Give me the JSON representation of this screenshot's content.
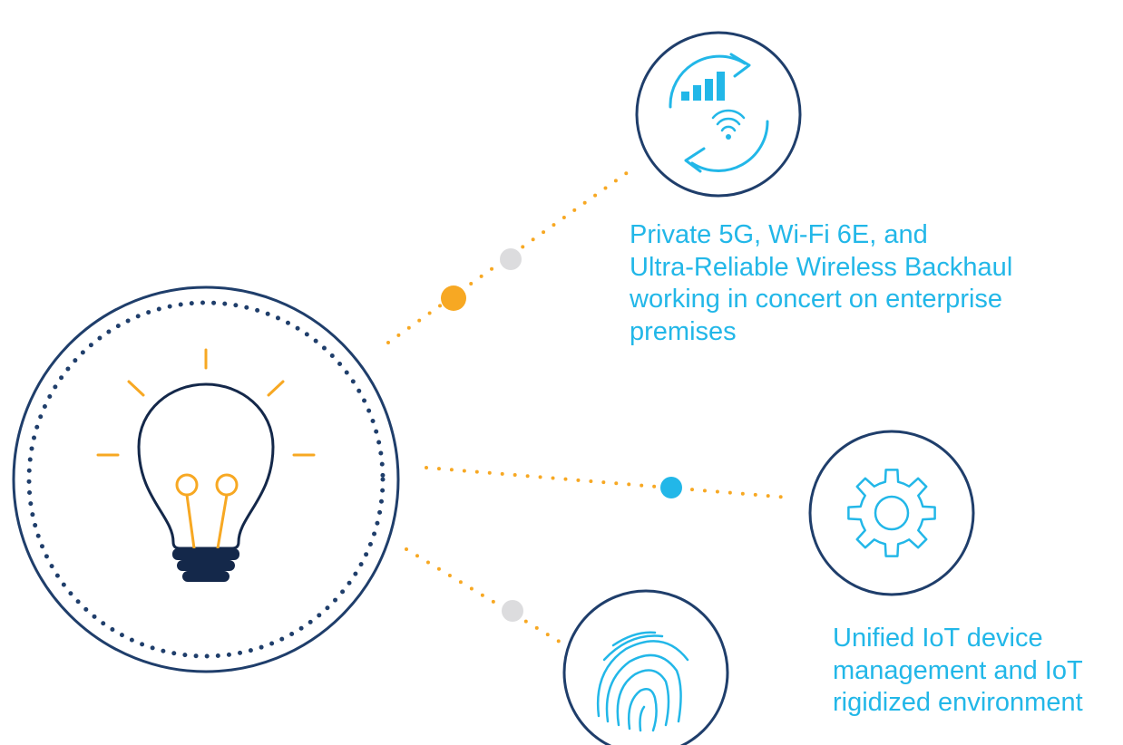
{
  "colors": {
    "navy": "#1f3e6b",
    "accent_blue": "#22b7e8",
    "accent_orange": "#f7a823",
    "neutral_gray": "#dcdcde",
    "bulb_base": "#14284a"
  },
  "icons": {
    "center": "lightbulb-icon",
    "top_right": "wireless-signal-icon",
    "middle_right": "gear-icon",
    "bottom": "fingerprint-icon"
  },
  "captions": {
    "connectivity": {
      "lines": [
        "Private 5G, Wi-Fi 6E, and",
        "Ultra-Reliable Wireless Backhaul",
        "working in concert on enterprise",
        "premises"
      ]
    },
    "iot": {
      "lines": [
        "Unified IoT device",
        "management and IoT",
        "rigidized environment"
      ]
    }
  }
}
